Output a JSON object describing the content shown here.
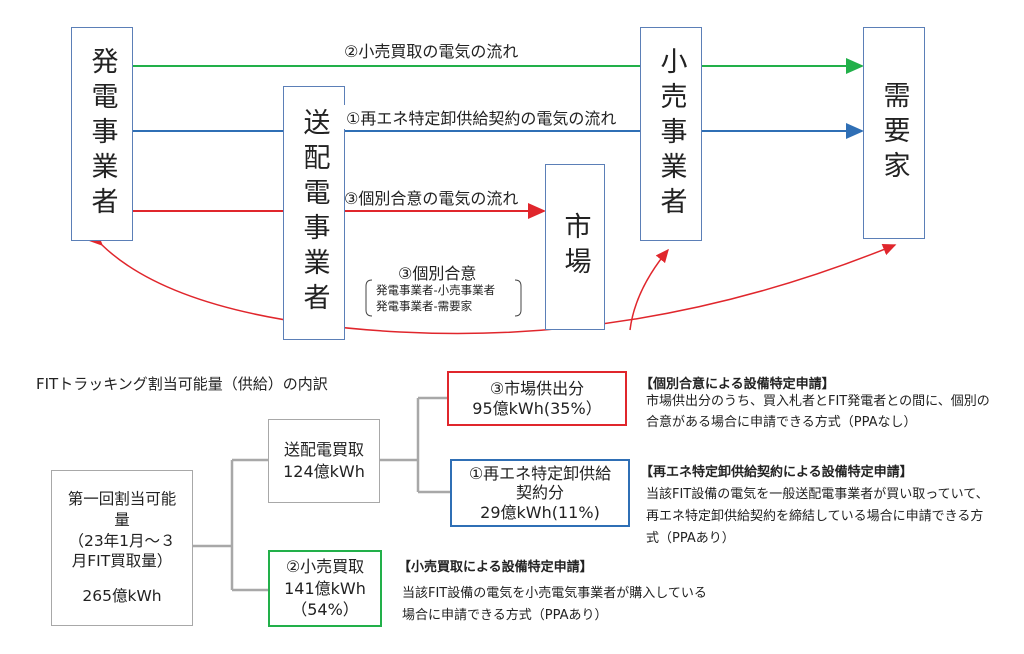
{
  "top": {
    "generator": "発電事業者",
    "transmission": "送配電事業者",
    "market": "市場",
    "retailer": "小売事業者",
    "consumer": "需要家",
    "flow_green": "②小売買取の電気の流れ",
    "flow_blue": "①再エネ特定卸供給契約の電気の流れ",
    "flow_red": "③個別合意の電気の流れ",
    "agreement_title": "③個別合意",
    "agreement_line1": "発電事業者-小売事業者",
    "agreement_line2": "発電事業者-需要家",
    "colors": {
      "green": "#22b04a",
      "blue": "#2f6fb5",
      "red": "#e0262c",
      "box_border": "#5b7fb7"
    }
  },
  "breakdown": {
    "heading": "FITトラッキング割当可能量（供給）の内訳",
    "root_line1": "第一回割当可能",
    "root_line2": "量",
    "root_line3": "（23年1月～３",
    "root_line4": "月FIT買取量）",
    "root_value": "265億kWh",
    "tso_line1": "送配電買取",
    "tso_line2": "124億kWh",
    "retail_line1": "②小売買取",
    "retail_line2": "141億kWh",
    "retail_line3": "（54%）",
    "market_line1": "③市場供出分",
    "market_line2": "95億kWh(35%）",
    "wholesale_line1": "①再エネ特定卸供給",
    "wholesale_line2": "契約分",
    "wholesale_line3": "29億kWh(11%)",
    "desc_individual_title": "【個別合意による設備特定申請】",
    "desc_individual_body": "市場供出分のうち、買入札者とFIT発電者との間に、個別の合意がある場合に申請できる方式（PPAなし）",
    "desc_wholesale_title": "【再エネ特定卸供給契約による設備特定申請】",
    "desc_wholesale_body": "当該FIT設備の電気を一般送配電事業者が買い取っていて、再エネ特定卸供給契約を締結している場合に申請できる方式（PPAあり）",
    "desc_retail_title": "【小売買取による設備特定申請】",
    "desc_retail_body": "当該FIT設備の電気を小売電気事業者が購入している場合に申請できる方式（PPAあり）"
  }
}
